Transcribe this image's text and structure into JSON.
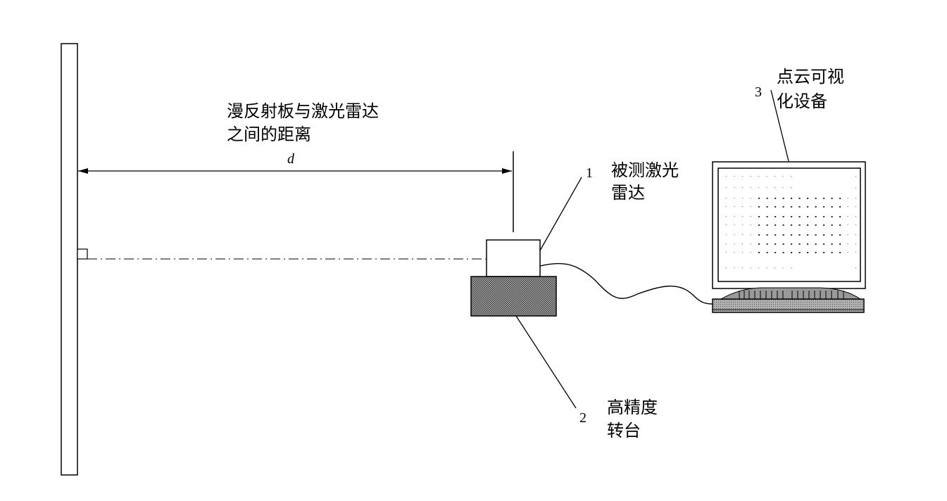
{
  "labels": {
    "distance_line1": "漫反射板与激光雷达",
    "distance_line2": "之间的距离",
    "distance_symbol": "d",
    "lidar_line1": "被测激光",
    "lidar_line2": "雷达",
    "lidar_number": "1",
    "turntable_line1": "高精度",
    "turntable_line2": "转台",
    "turntable_number": "2",
    "display_line1": "点云可视",
    "display_line2": "化设备",
    "display_number": "3"
  },
  "colors": {
    "line": "#000000",
    "turntable_fill": "#8a8a8a",
    "keyboard_fill": "#9a9a9a"
  }
}
